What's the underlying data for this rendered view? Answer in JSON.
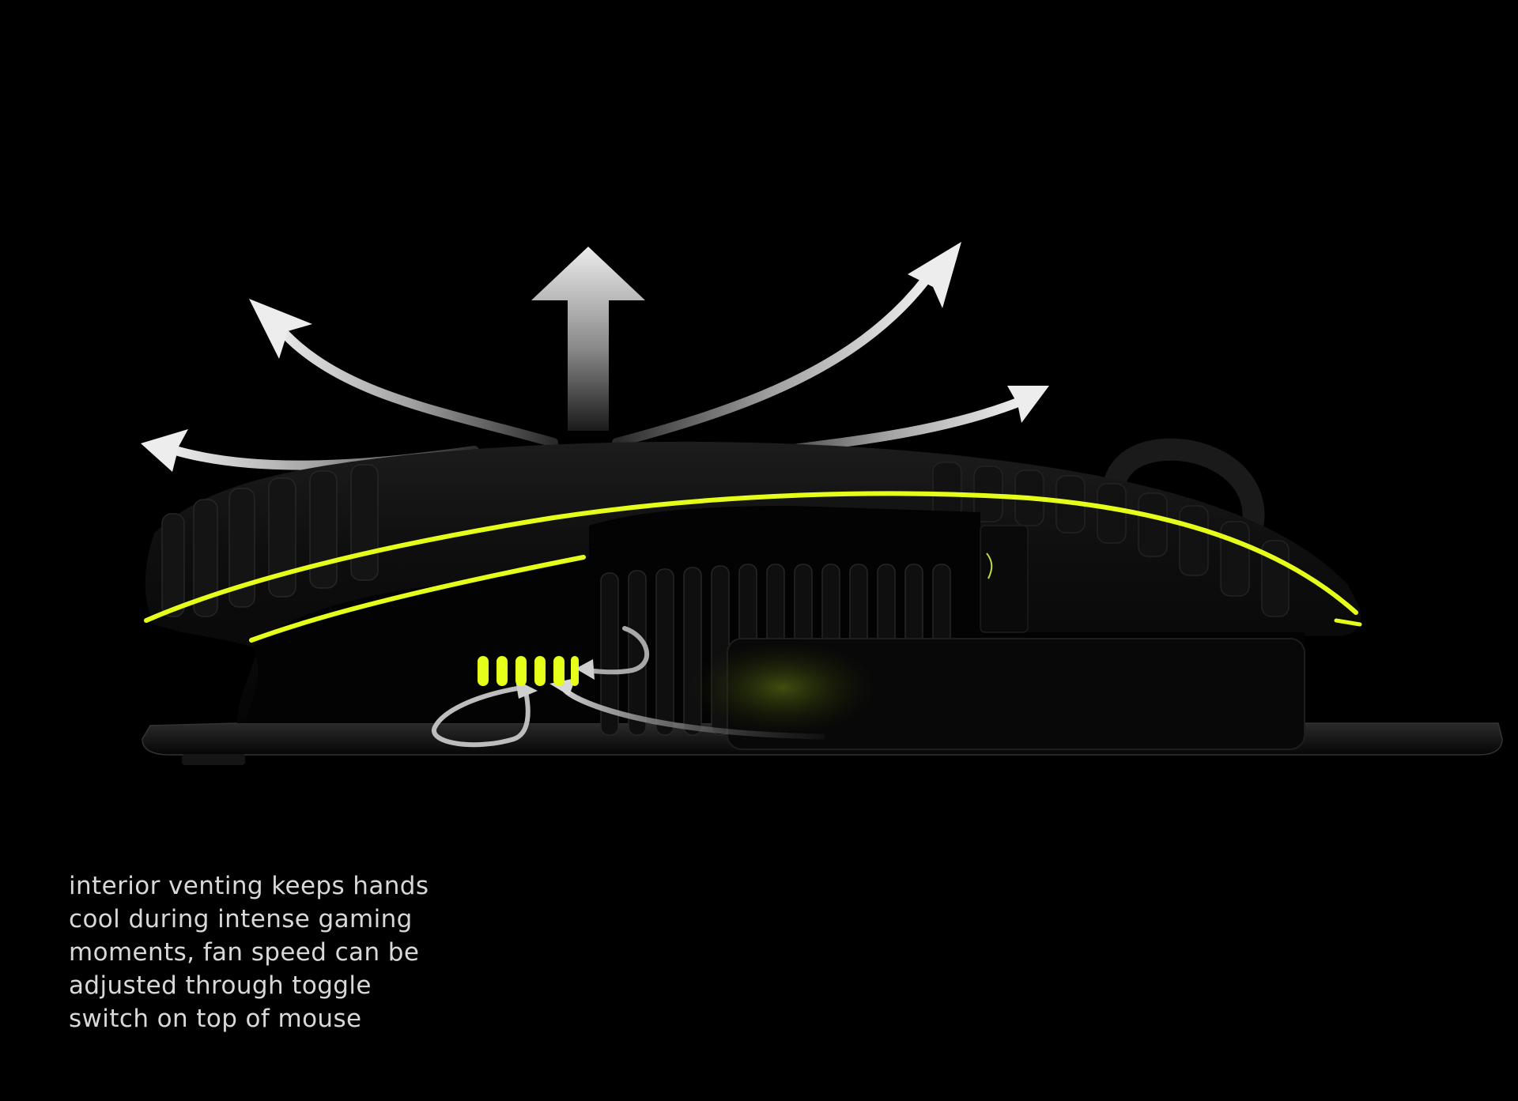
{
  "caption": {
    "lines": [
      "interior venting keeps hands",
      "cool during intense gaming",
      "moments, fan speed can be",
      "adjusted through toggle",
      "switch on top of mouse"
    ]
  },
  "colors": {
    "background": "#000000",
    "accent": "#e6ff1a",
    "arrow": "#e8e8e8",
    "body": "#0c0c0c",
    "text": "#d8d8d8"
  }
}
